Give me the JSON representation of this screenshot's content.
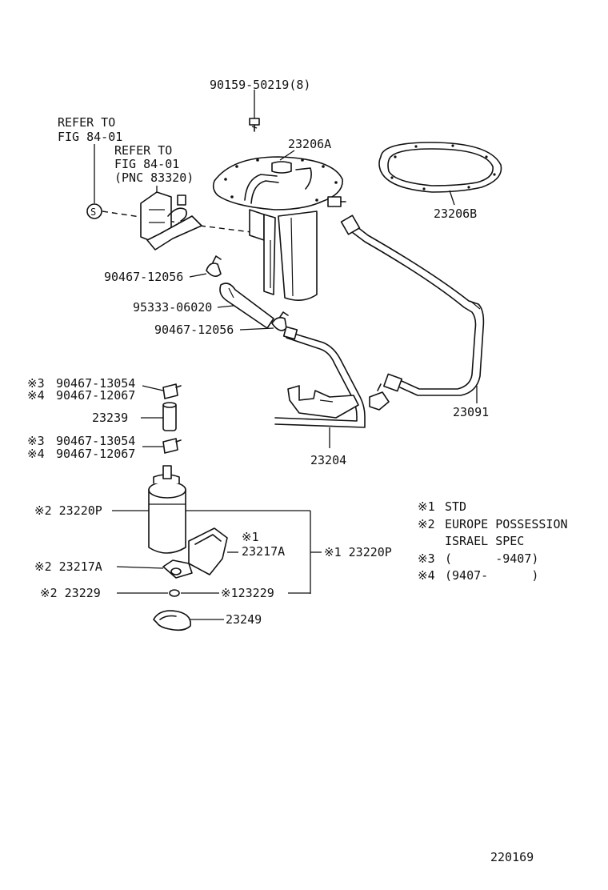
{
  "labels": {
    "bolt": "90159-50219(8)",
    "refer1_line1": "REFER TO",
    "refer1_line2": "FIG 84-01",
    "refer2_line1": "REFER TO",
    "refer2_line2": "FIG 84-01",
    "refer2_line3": "(PNC 83320)",
    "circle_s": "S",
    "plate": "23206A",
    "gasket": "23206B",
    "clip_upper": "90467-12056",
    "hose": "95333-06020",
    "clip_lower": "90467-12056",
    "clamp_a3_mark": "※3",
    "clamp_a3": "90467-13054",
    "clamp_a4_mark": "※4",
    "clamp_a4": "90467-12067",
    "hose_short": "23239",
    "clamp_b3_mark": "※3",
    "clamp_b3": "90467-13054",
    "clamp_b4_mark": "※4",
    "clamp_b4": "90467-12067",
    "pipe_right": "23091",
    "pipe_bracket": "23204",
    "pump_left": "※2 23220P",
    "filter_mark": "※1",
    "filter_right": "23217A",
    "pump_right": "※1 23220P",
    "filter_left": "※2 23217A",
    "cushion_left": "※2 23229",
    "cushion_right": "※123229",
    "retainer": "23249",
    "diagram_number": "220169"
  },
  "legend": [
    {
      "mark": "※1",
      "text": "STD"
    },
    {
      "mark": "※2",
      "text": "EUROPE POSSESSION"
    },
    {
      "mark": "",
      "text": "ISRAEL SPEC"
    },
    {
      "mark": "※3",
      "text": "(      -9407)"
    },
    {
      "mark": "※4",
      "text": "(9407-      )"
    }
  ]
}
